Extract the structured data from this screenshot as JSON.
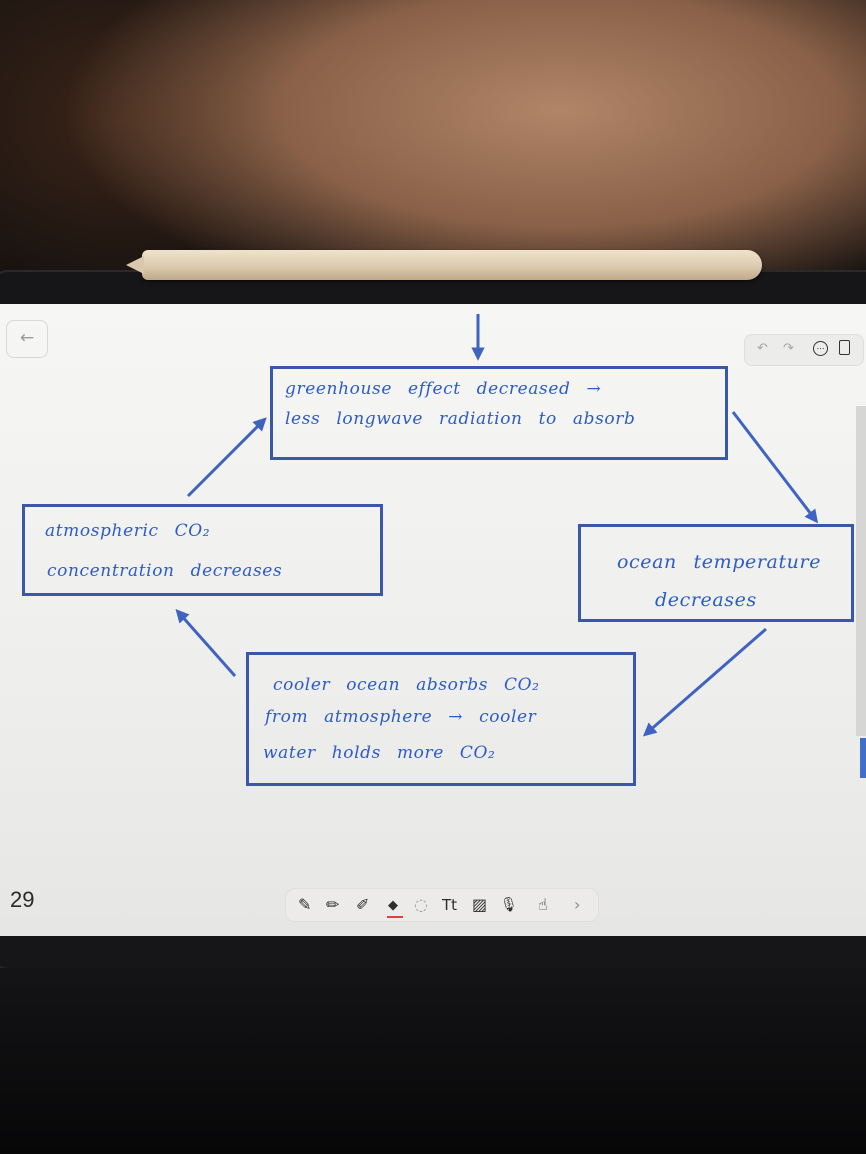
{
  "page": {
    "number": "29"
  },
  "colors": {
    "ink": "#2d5cc7",
    "box_border": "#3b58a8",
    "arrow": "#3f63c0",
    "screen": "#f2f2f0",
    "eraser_accent": "#e04040"
  },
  "diagram": {
    "boxes": {
      "greenhouse": {
        "line1": "greenhouse effect decreased →",
        "line2": "less longwave radiation to absorb"
      },
      "ocean_temperature": {
        "line1": "ocean temperature",
        "line2": "decreases"
      },
      "cooler_ocean": {
        "line1": "cooler ocean absorbs CO₂",
        "line2": "from atmosphere → cooler",
        "line3": "water holds more CO₂"
      },
      "atmospheric_co2": {
        "line1": "atmospheric CO₂",
        "line2": "concentration decreases"
      }
    }
  },
  "top_toolbar": {
    "icons": [
      "undo-icon",
      "redo-icon",
      "more-icon",
      "copy-page-icon"
    ]
  },
  "pen_toolbar": {
    "icons": [
      "pen-icon",
      "pencil-icon",
      "marker-icon",
      "eraser-icon",
      "lasso-icon",
      "text-icon",
      "image-icon",
      "microphone-icon",
      "touch-draw-icon",
      "chevron-right-icon"
    ],
    "glyphs": {
      "pen": "✎",
      "pencil": "✏",
      "marker": "✐",
      "eraser": "◆",
      "lasso": "◌",
      "text": "Tt",
      "image": "▨",
      "microphone": "🎙",
      "touch": "☝",
      "next": "›"
    }
  },
  "nav": {
    "back_glyph": "←",
    "undo_glyph": "↶",
    "redo_glyph": "↷",
    "more_glyph": "⋯"
  }
}
